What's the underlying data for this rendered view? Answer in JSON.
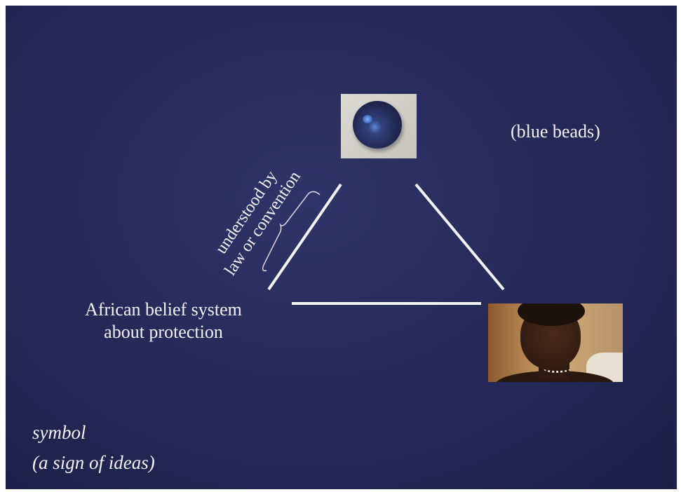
{
  "slide": {
    "background_color": "#272a59",
    "text_color": "#f2f2f6"
  },
  "labels": {
    "object": "(blue beads)",
    "interpretant_line1": "African belief system",
    "interpretant_line2": "about protection",
    "relation_line1": "understood by",
    "relation_line2": "law or convention",
    "sign_type": "symbol",
    "sign_type_definition": "(a sign of ideas)"
  },
  "images": {
    "top": "blue bead photo",
    "bottom_right": "portrait painting of a woman wearing a necklace"
  }
}
